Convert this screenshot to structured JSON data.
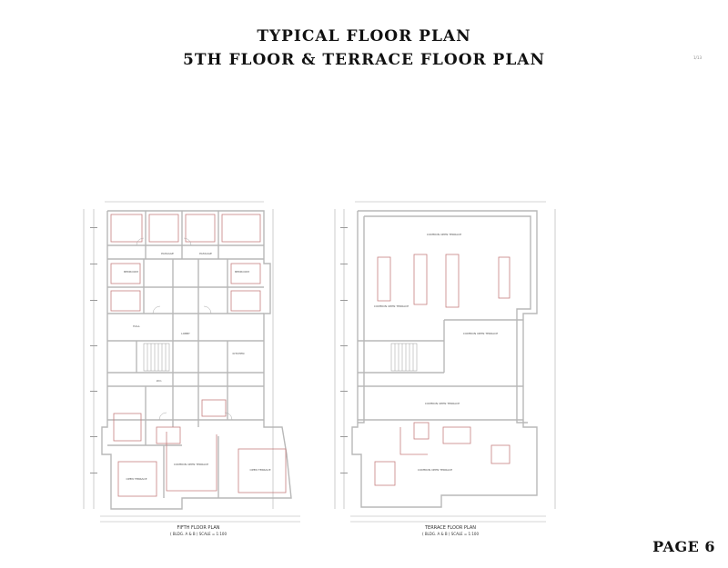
{
  "document": {
    "title_line1": "TYPICAL FLOOR PLAN",
    "title_line2": "5TH FLOOR & TERRACE FLOOR PLAN",
    "corner_note": "1/13",
    "page_label": "PAGE 6"
  },
  "plans": [
    {
      "name": "fifth-floor-plan",
      "caption_line1": "FIFTH FLOOR PLAN",
      "caption_line2": "( BLDG. A & B ) SCALE = 1:100",
      "labels": {
        "passage": "PASSAGE",
        "lobby": "LOBBY",
        "common_terrace": "COMMON OPEN TERRACE",
        "open_terrace_left": "OPEN TERRACE",
        "open_terrace_right": "OPEN TERRACE",
        "bedroom": "BEDROOM",
        "kitchen": "KITCHEN",
        "hall": "HALL",
        "toilet": "W.C."
      }
    },
    {
      "name": "terrace-floor-plan",
      "caption_line1": "TERRACE FLOOR PLAN",
      "caption_line2": "( BLDG. A & B ) SCALE = 1:100",
      "labels": {
        "terrace_top": "COMMON OPEN TERRACE",
        "terrace_mid_left": "COMMON OPEN TERRACE",
        "terrace_mid_right": "COMMON OPEN TERRACE",
        "terrace_center": "COMMON OPEN TERRACE",
        "terrace_bottom": "COMMON OPEN TERRACE"
      }
    }
  ],
  "colors": {
    "wall": "#b8b8b8",
    "accent_line": "#c77f7f",
    "text": "#111111"
  }
}
